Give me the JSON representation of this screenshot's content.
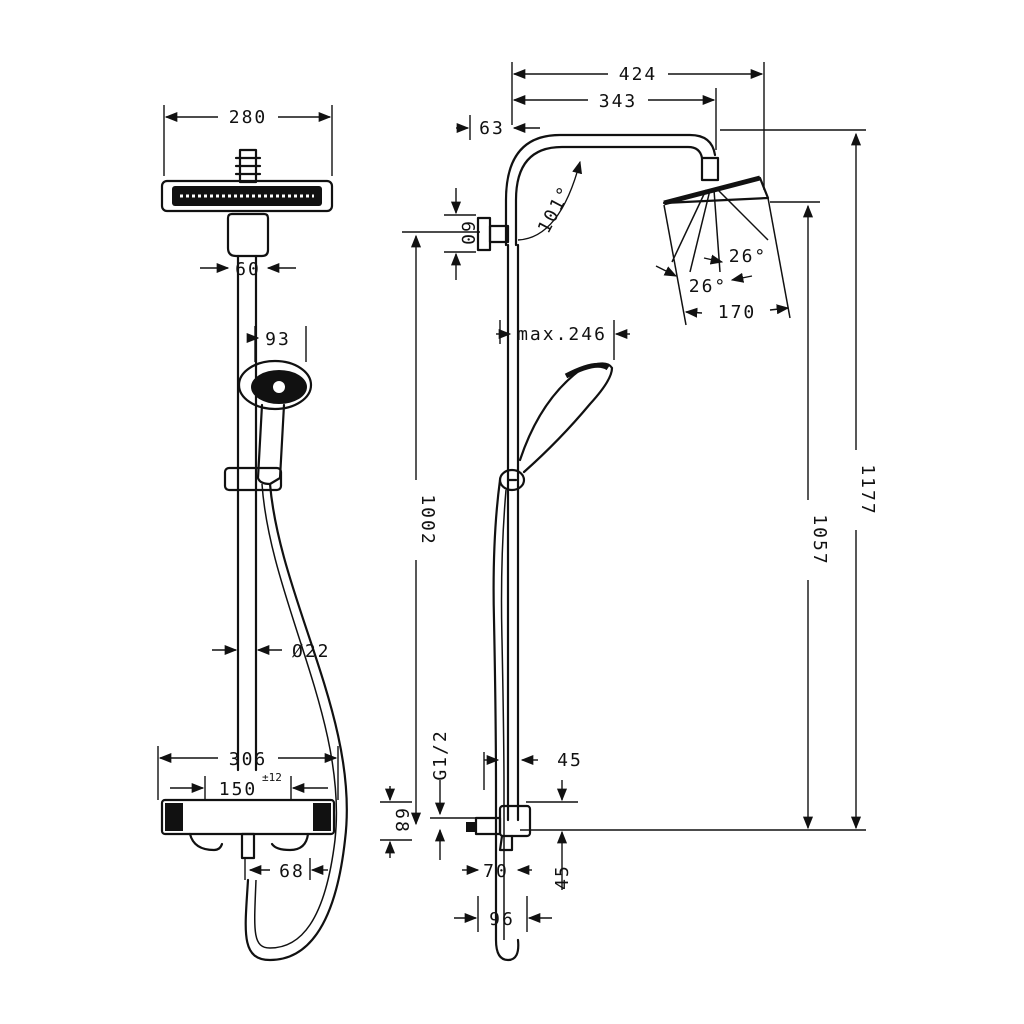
{
  "front_view": {
    "overhead_width": "280",
    "arm_width": "60",
    "handshower_width": "93",
    "rail_diameter": "Ø22",
    "mixer_width": "306",
    "connection_spacing": "150",
    "connection_tolerance": "±12",
    "spout_width": "68"
  },
  "side_view": {
    "total_projection": "424",
    "arm_projection": "343",
    "wall_offset": "63",
    "bracket_height": "60",
    "arm_angle": "101°",
    "spray_angle_left": "26°",
    "spray_angle_right": "26°",
    "head_width": "170",
    "handshower_max_projection": "max.246",
    "rail_height": "1002",
    "head_height": "1057",
    "total_height": "1177",
    "thread": "G1/2",
    "upper_offset": "45",
    "mixer_height": "68",
    "lower_offset": "45",
    "mixer_depth": "70",
    "base_depth": "96"
  }
}
